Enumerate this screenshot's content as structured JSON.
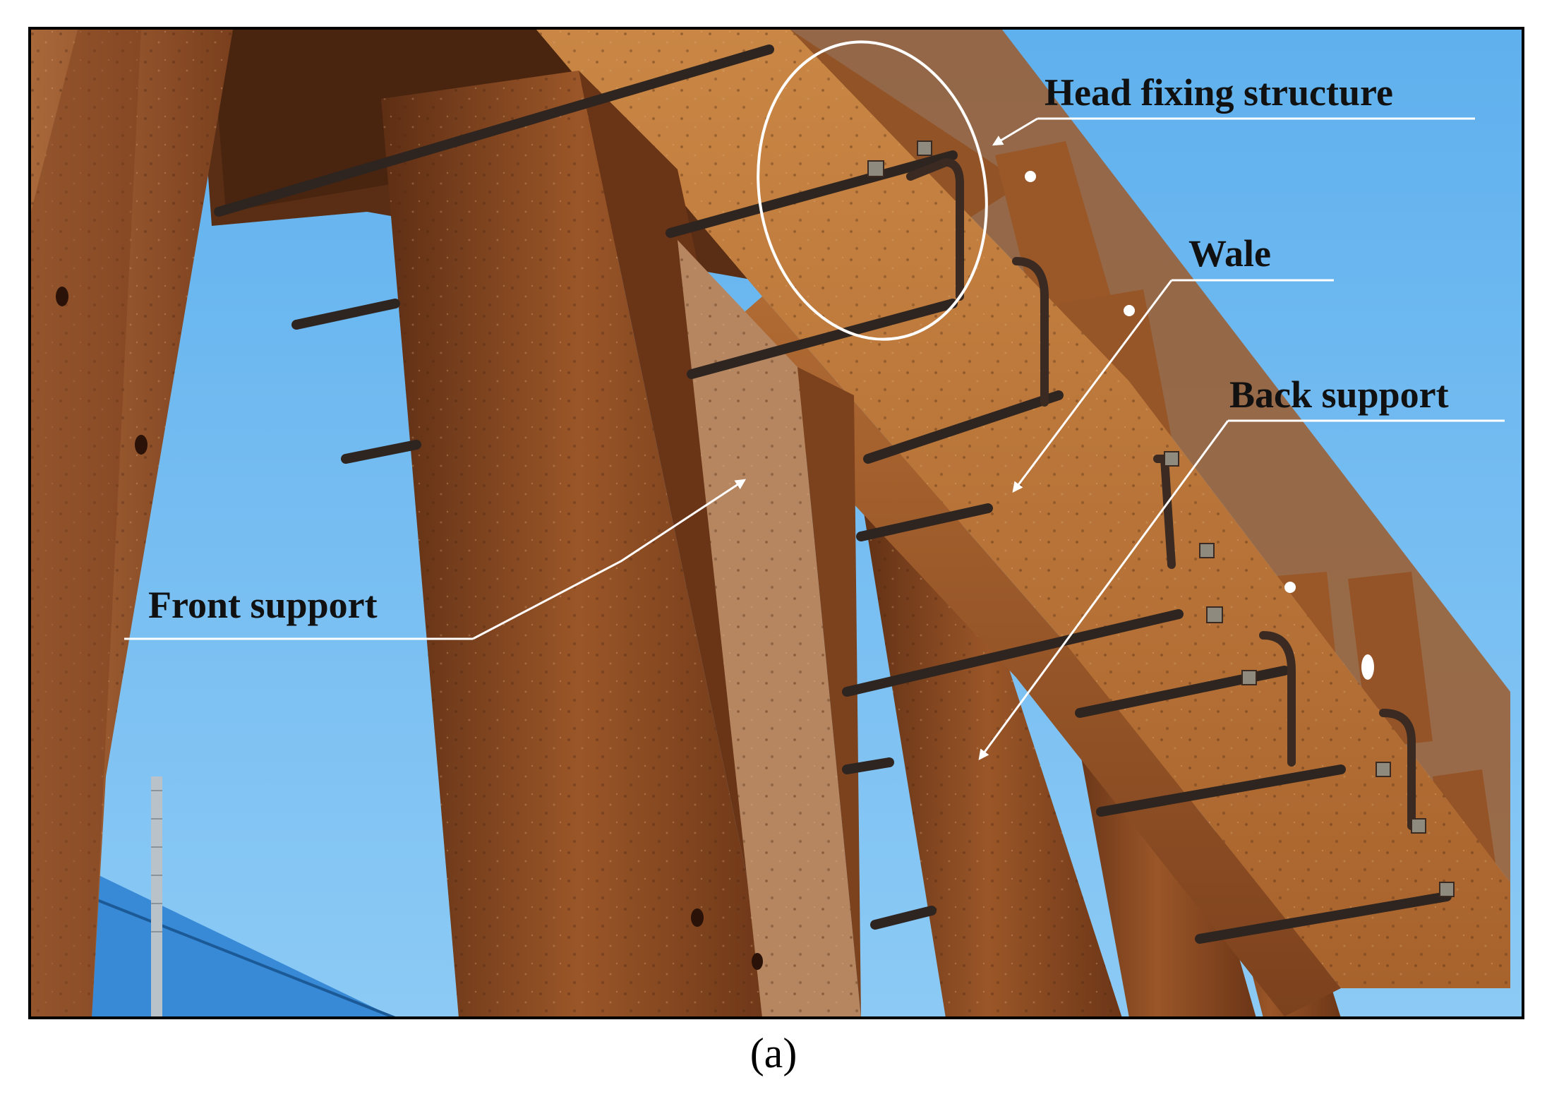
{
  "figure": {
    "labels": {
      "head_fixing": "Head fixing structure",
      "wale": "Wale",
      "back_support": "Back support",
      "front_support": "Front support"
    },
    "caption": "(a)"
  },
  "colors": {
    "sky": "#6fb8ef",
    "rust_light": "#b8743a",
    "rust_mid": "#8f4f24",
    "rust_dark": "#5a2e14",
    "annotation": "#ffffff",
    "tarp": "#2a7fd0"
  },
  "icons": [
    "circle-highlight",
    "arrow"
  ]
}
